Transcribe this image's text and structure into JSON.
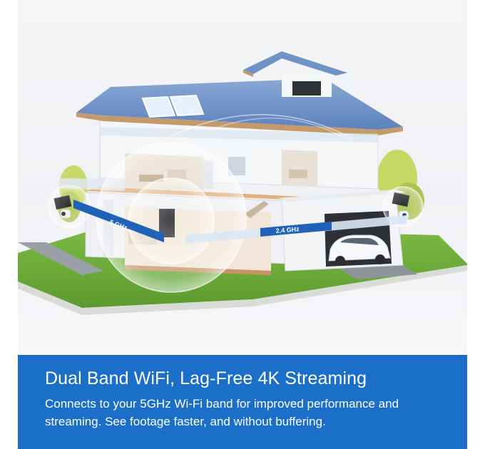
{
  "illustration": {
    "band_5ghz_label": "5 GHz",
    "band_24ghz_label": "2.4 GHz"
  },
  "banner": {
    "title": "Dual Band WiFi, Lag-Free 4K Streaming",
    "description": "Connects to your 5GHz Wi-Fi band for improved performance and streaming. See footage faster, and without buffering."
  },
  "colors": {
    "banner_background": "#1b6fc9",
    "roof": "#6f93c8",
    "lawn": "#6fae3a",
    "signal_band": "#1f63b8"
  }
}
